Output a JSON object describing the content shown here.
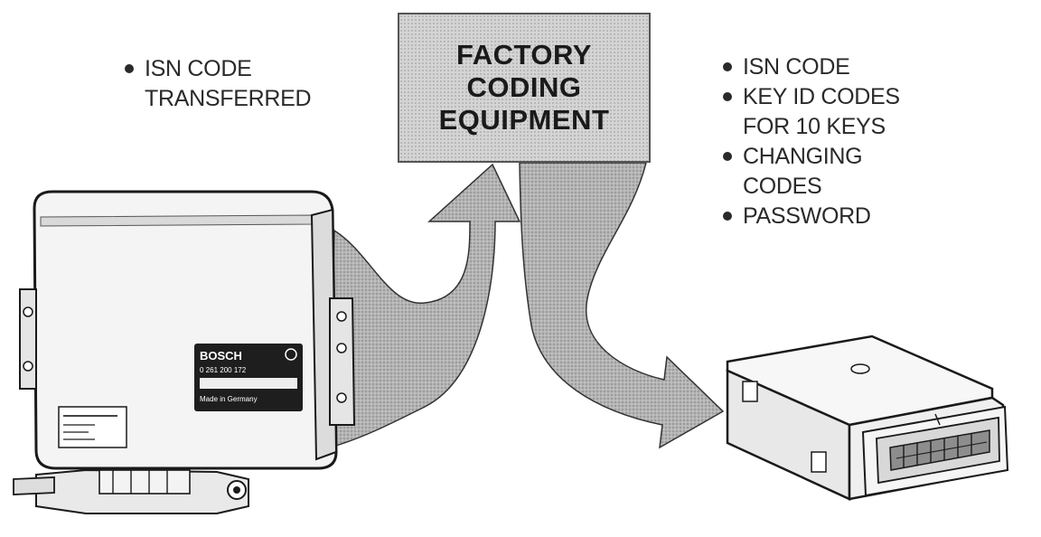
{
  "left_list": {
    "items": [
      "ISN CODE\nTRANSFERRED"
    ]
  },
  "coding_box": {
    "title": "FACTORY\nCODING\nEQUIPMENT"
  },
  "right_list": {
    "items": [
      "ISN CODE",
      "KEY ID CODES\nFOR 10 KEYS",
      "CHANGING\nCODES",
      "PASSWORD"
    ]
  },
  "ecu": {
    "brand": "BOSCH",
    "part_number": "0 261 200 172",
    "origin": "Made in Germany"
  },
  "colors": {
    "arrow_fill": "#a9a9a9",
    "box_fill": "#d4d4d4",
    "outline": "#1a1a1a"
  }
}
